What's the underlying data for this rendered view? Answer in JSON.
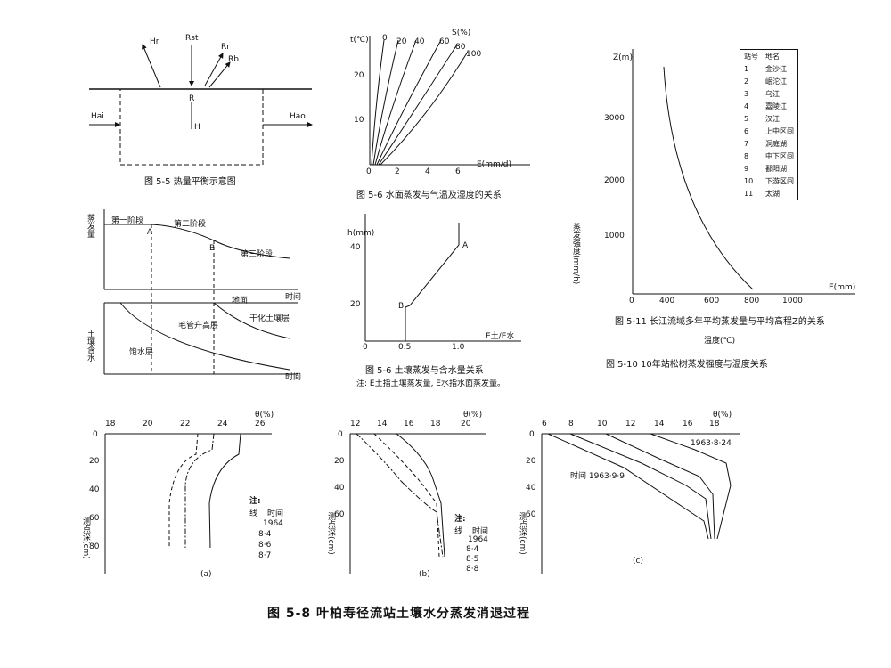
{
  "fig55": {
    "caption": "图 5-5  热量平衡示意图",
    "labels": {
      "Hr": "Hr",
      "Rst": "Rst",
      "Rr": "Rr",
      "Rb": "Rb",
      "Hai": "Hai",
      "Hao": "Hao",
      "R": "R",
      "H": "H"
    }
  },
  "fig56a": {
    "caption": "图 5-6  水面蒸发与气温及湿度的关系",
    "y_label": "t(℃)",
    "x_label": "E(mm/d)",
    "s_label": "S(%)",
    "yticks": [
      "10",
      "20"
    ],
    "xticks": [
      "0",
      "2",
      "4",
      "6"
    ],
    "curve_labels": [
      "0",
      "20",
      "40",
      "60",
      "80",
      "100"
    ]
  },
  "fig_stage": {
    "y_top": "蒸发量",
    "y_bottom": "土壤含水",
    "stage1": "第一阶段",
    "stage2": "第二阶段",
    "stage3": "第三阶段",
    "pointA": "A",
    "pointB": "B",
    "time1": "时间",
    "time2": "时间",
    "ground": "地面",
    "layer_dry": "干化土壤层",
    "layer_cap": "毛管升高层",
    "layer_sat": "饱水层"
  },
  "fig56b": {
    "caption": "图 5-6  土壤蒸发与含水量关系",
    "note": "注: E土指土壤蒸发量, E水指水面蒸发量。",
    "y_label": "h(mm)",
    "x_label": "E土/E水",
    "yticks": [
      "20",
      "40"
    ],
    "xticks": [
      "0",
      "0.5",
      "1.0"
    ],
    "pointA": "A",
    "pointB": "B"
  },
  "fig511": {
    "caption": "图 5-11  长江流域多年平均蒸发量与平均高程Z的关系",
    "caption2": "图 5-10  10年站松树蒸发强度与温度关系",
    "y_label": "Z(m)",
    "y2_label": "蒸发强度(mm/h)",
    "x_label": "E(mm)",
    "x2_label": "温度(℃)",
    "yticks": [
      "1000",
      "2000",
      "3000"
    ],
    "xticks": [
      "0",
      "400",
      "600",
      "800",
      "1000"
    ],
    "legend_header": [
      "站号",
      "地名"
    ],
    "legend": [
      [
        "1",
        "金沙江"
      ],
      [
        "2",
        "岷沱江"
      ],
      [
        "3",
        "乌江"
      ],
      [
        "4",
        "嘉陵江"
      ],
      [
        "5",
        "汉江"
      ],
      [
        "6",
        "上中区间"
      ],
      [
        "7",
        "洞庭湖"
      ],
      [
        "8",
        "中下区间"
      ],
      [
        "9",
        "鄱阳湖"
      ],
      [
        "10",
        "下游区间"
      ],
      [
        "11",
        "太湖"
      ]
    ]
  },
  "fig58": {
    "caption": "图 5-8  叶柏寿径流站土壤水分蒸发消退过程",
    "a": {
      "sub": "(a)",
      "theta": "θ(%)",
      "xticks": [
        "18",
        "20",
        "22",
        "24",
        "26"
      ],
      "yticks": [
        "0",
        "20",
        "40",
        "60",
        "80"
      ],
      "y_label": "测点深(cm)",
      "note_title": "注:",
      "note_cols": [
        "线",
        "时间"
      ],
      "note_year": "1964",
      "note_rows": [
        "8·4",
        "8·6",
        "8·7"
      ]
    },
    "b": {
      "sub": "(b)",
      "theta": "θ(%)",
      "xticks": [
        "12",
        "14",
        "16",
        "18",
        "20"
      ],
      "yticks": [
        "0",
        "20",
        "40",
        "60"
      ],
      "y_label": "测点深(cm)",
      "note_title": "注:",
      "note_cols": [
        "线",
        "时间"
      ],
      "note_year": "1964",
      "note_rows": [
        "8·4",
        "8·5",
        "8·8"
      ]
    },
    "c": {
      "sub": "(c)",
      "theta": "θ(%)",
      "xticks": [
        "6",
        "8",
        "10",
        "12",
        "14",
        "16",
        "18"
      ],
      "yticks": [
        "0",
        "20",
        "40",
        "60"
      ],
      "y_label": "测点深(cm)",
      "date1": "1963·8·24",
      "date2": "时间 1963·9·9"
    }
  }
}
